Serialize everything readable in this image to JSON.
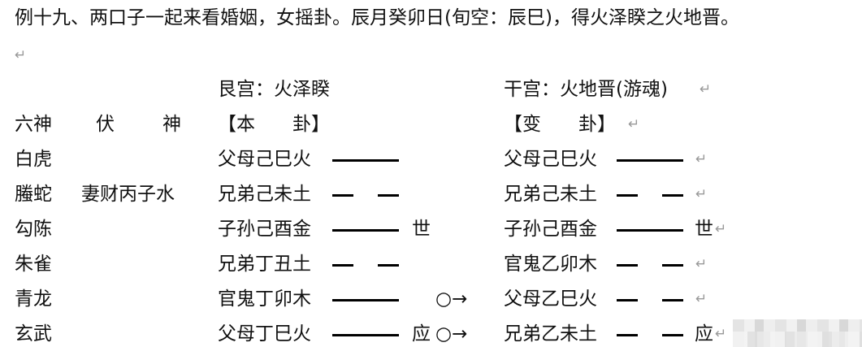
{
  "title": "例十九、两口子一起来看婚姻，女摇卦。辰月癸卯日(旬空：辰巳)，得火泽睽之火地晋。",
  "return_mark": "↵",
  "header": {
    "ben_palace": "艮宫：火泽睽",
    "bian_palace": "干宫：火地晋(游魂)",
    "liushen": "六神",
    "fushen_1": "伏",
    "fushen_2": "神",
    "ben_label": "【本　　卦】",
    "bian_label": "【变　　卦】"
  },
  "rows": [
    {
      "liushen": "白虎",
      "fushen": "",
      "ben": "父母己巳火",
      "ben_yao": "yang",
      "shiying": "",
      "change": "",
      "bian": "父母己巳火",
      "bian_yao": "yang",
      "bian_shiying": ""
    },
    {
      "liushen": "螣蛇",
      "fushen": "妻财丙子水",
      "ben": "兄弟己未土",
      "ben_yao": "yin",
      "shiying": "",
      "change": "",
      "bian": "兄弟己未土",
      "bian_yao": "yin",
      "bian_shiying": ""
    },
    {
      "liushen": "勾陈",
      "fushen": "",
      "ben": "子孙己酉金",
      "ben_yao": "yang",
      "shiying": "世",
      "change": "",
      "bian": "子孙己酉金",
      "bian_yao": "yang",
      "bian_shiying": "世"
    },
    {
      "liushen": "朱雀",
      "fushen": "",
      "ben": "兄弟丁丑土",
      "ben_yao": "yin",
      "shiying": "",
      "change": "",
      "bian": "官鬼乙卯木",
      "bian_yao": "yin",
      "bian_shiying": ""
    },
    {
      "liushen": "青龙",
      "fushen": "",
      "ben": "官鬼丁卯木",
      "ben_yao": "yang",
      "shiying": "",
      "change": "○→",
      "bian": "父母乙巳火",
      "bian_yao": "yin",
      "bian_shiying": ""
    },
    {
      "liushen": "玄武",
      "fushen": "",
      "ben": "父母丁巳火",
      "ben_yao": "yang",
      "shiying": "应",
      "change": "○→",
      "bian": "兄弟乙未土",
      "bian_yao": "yin",
      "bian_shiying": "应"
    }
  ]
}
